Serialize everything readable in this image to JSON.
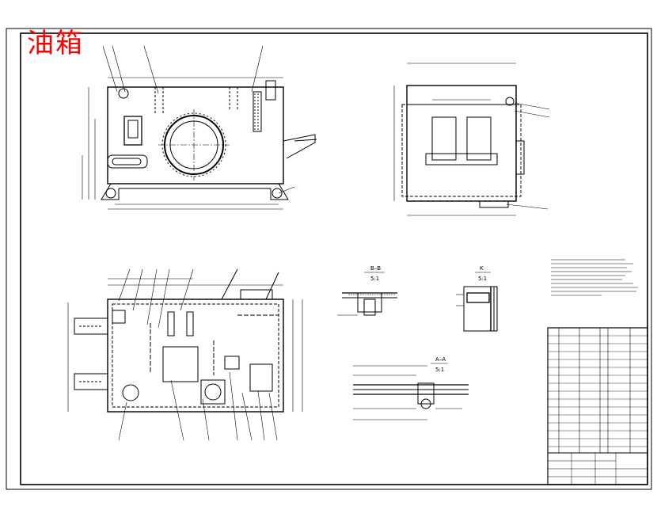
{
  "drawing": {
    "title": "油箱",
    "title_color": "#ff0000",
    "line_color": "#000000",
    "background": "#ffffff"
  },
  "sections": {
    "bb_label": "B–B",
    "bb_scale": "5:1",
    "k_label": "K",
    "k_scale": "5:1",
    "aa_label": "A–A",
    "aa_scale": "5:1"
  }
}
